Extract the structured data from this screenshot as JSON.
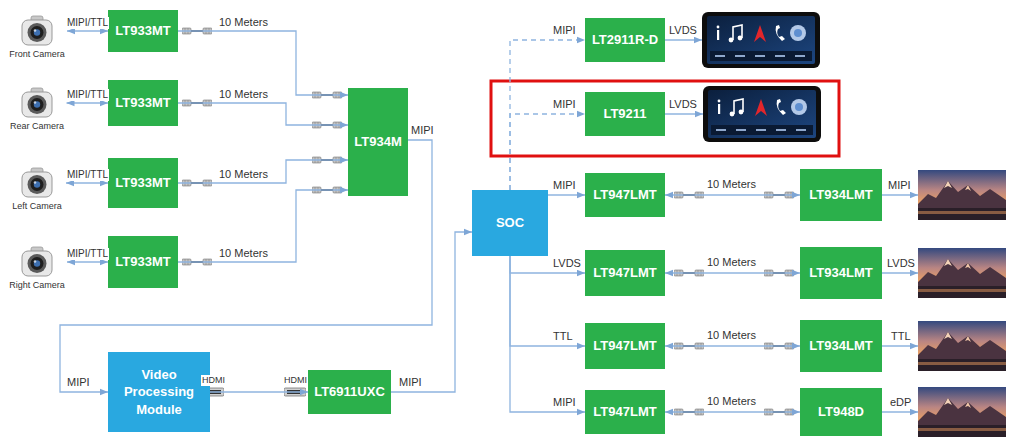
{
  "diagram": {
    "nodes": [
      {
        "text": [
          "Front Camera"
        ]
      },
      {
        "text": [
          "LT933MT"
        ]
      },
      {
        "text": [
          "Rear Camera"
        ]
      },
      {
        "text": [
          "LT933MT"
        ]
      },
      {
        "text": [
          "Left Camera"
        ]
      },
      {
        "text": [
          "LT933MT"
        ]
      },
      {
        "text": [
          "Right Camera"
        ]
      },
      {
        "text": [
          "LT933MT"
        ]
      },
      {
        "text": [
          "LT934M"
        ]
      },
      {
        "text": [
          "Video Processing Module"
        ]
      },
      {
        "text": [
          "LT6911UXC"
        ]
      },
      {
        "text": [
          "SOC"
        ]
      },
      {
        "text": [
          "LT2911R-D"
        ]
      },
      {
        "text": [
          "LT9211"
        ]
      },
      {
        "text": [
          "LT947LMT"
        ]
      },
      {
        "text": [
          "LT934LMT"
        ]
      },
      {
        "text": [
          "LT947LMT"
        ]
      },
      {
        "text": [
          "LT934LMT"
        ]
      },
      {
        "text": [
          "LT947LMT"
        ]
      },
      {
        "text": [
          "LT934LMT"
        ]
      },
      {
        "text": [
          "LT947LMT"
        ]
      },
      {
        "text": [
          "LT948D"
        ]
      }
    ],
    "edges": [
      {
        "from": 0,
        "to": 1,
        "arrow": "both",
        "label": "MIPI/TTL"
      },
      {
        "from": 2,
        "to": 3,
        "arrow": "both",
        "label": "MIPI/TTL"
      },
      {
        "from": 4,
        "to": 5,
        "arrow": "both",
        "label": "MIPI/TTL"
      },
      {
        "from": 6,
        "to": 7,
        "arrow": "both",
        "label": "MIPI/TTL"
      },
      {
        "from": 1,
        "to": 8,
        "arrow": "to",
        "label": "10 Meters"
      },
      {
        "from": 3,
        "to": 8,
        "arrow": "to",
        "label": "10 Meters"
      },
      {
        "from": 5,
        "to": 8,
        "arrow": "to",
        "label": "10 Meters"
      },
      {
        "from": 7,
        "to": 8,
        "arrow": "to",
        "label": "10 Meters"
      },
      {
        "from": 8,
        "to": 9,
        "arrow": "to",
        "label": "MIPI"
      },
      {
        "from": 9,
        "to": 10,
        "arrow": "to",
        "label": "HDMI"
      },
      {
        "from": 10,
        "to": 11,
        "arrow": "to",
        "label": "MIPI"
      },
      {
        "from": 11,
        "to": 12,
        "arrow": "to",
        "label": "MIPI"
      },
      {
        "from": 11,
        "to": 13,
        "arrow": "to",
        "label": "MIPI"
      },
      {
        "from": 11,
        "to": 14,
        "arrow": "to",
        "label": "MIPI"
      },
      {
        "from": 11,
        "to": 16,
        "arrow": "to",
        "label": "LVDS"
      },
      {
        "from": 11,
        "to": 18,
        "arrow": "to",
        "label": "TTL"
      },
      {
        "from": 11,
        "to": 20,
        "arrow": "to",
        "label": "MIPI"
      },
      {
        "from": 14,
        "to": 15,
        "arrow": "both",
        "label": "10 Meters"
      },
      {
        "from": 16,
        "to": 17,
        "arrow": "both",
        "label": "10 Meters"
      },
      {
        "from": 18,
        "to": 19,
        "arrow": "both",
        "label": "10 Meters"
      },
      {
        "from": 20,
        "to": 21,
        "arrow": "both",
        "label": "10 Meters"
      }
    ],
    "labels": [
      "MIPI",
      "HDMI",
      "LVDS",
      "LVDS",
      "MIPI",
      "LVDS",
      "TTL",
      "eDP"
    ]
  }
}
